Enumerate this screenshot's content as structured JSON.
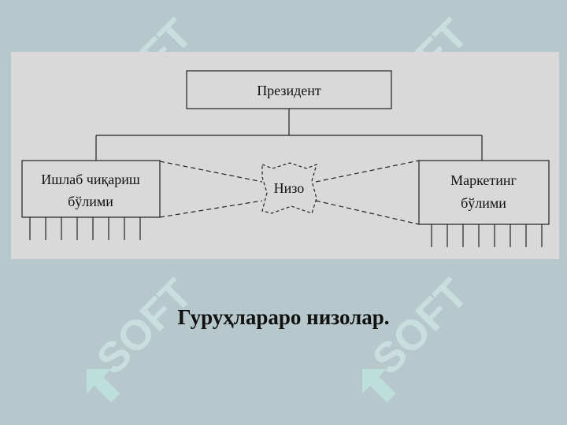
{
  "diagram": {
    "president_label": "Президент",
    "production_label_line1": "Ишлаб чиқариш",
    "production_label_line2": "бўлими",
    "conflict_label": "Низо",
    "marketing_label_line1": "Маркетинг",
    "marketing_label_line2": "бўлими"
  },
  "caption": "Гуруҳлараро низолар.",
  "watermark": {
    "text": "SOFT",
    "color": "#bfe6df"
  }
}
